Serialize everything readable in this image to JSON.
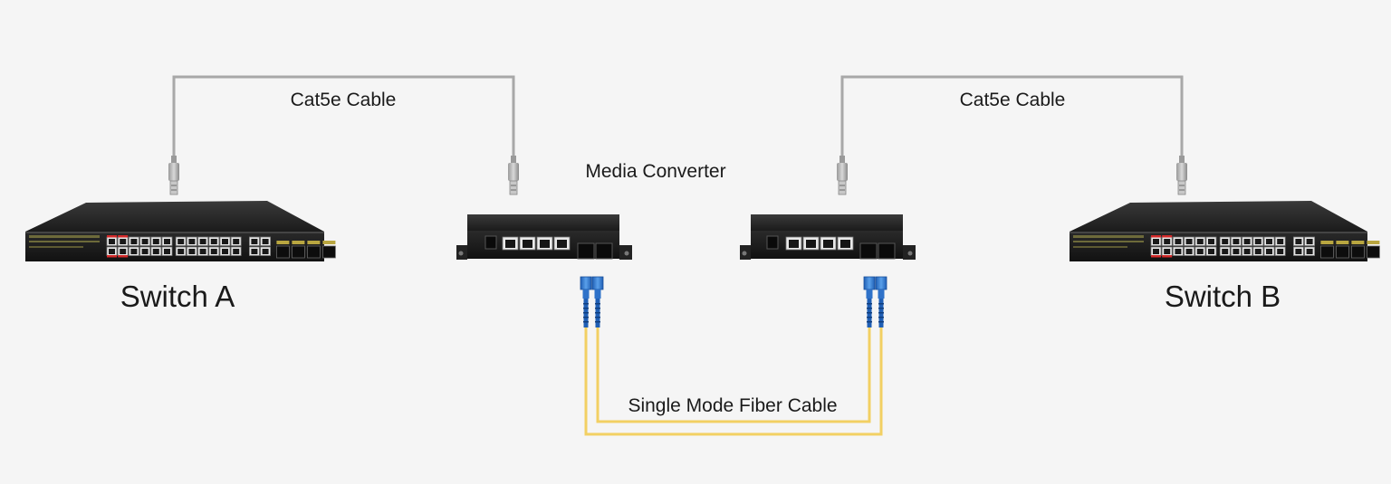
{
  "labels": {
    "cable_left": "Cat5e Cable",
    "cable_right": "Cat5e Cable",
    "media_converter": "Media Converter",
    "switch_a": "Switch A",
    "switch_b": "Switch B",
    "fiber_cable": "Single Mode Fiber Cable"
  },
  "device_counts": {
    "switch_rj45_ports": 24,
    "switch_uplink_rj45_ports": 4,
    "switch_sfp_ports": 4,
    "converter_rj45_ports": 4
  },
  "colors": {
    "background": "#f5f5f5",
    "copper_cable": "#a8a8a8",
    "fiber_cable": "#f2d063",
    "fiber_connector": "#2f72c9",
    "device_body": "#1c1c1c",
    "poe_port_accent": "#d42a2a"
  },
  "icons": {
    "switch": "network-switch-icon",
    "converter": "media-converter-icon",
    "rj45_plug": "rj45-plug-icon",
    "fiber_connector": "sc-fiber-connector-icon"
  }
}
